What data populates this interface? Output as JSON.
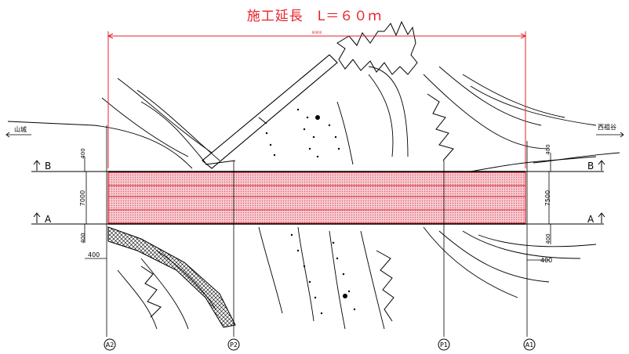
{
  "title": "施工延長　L＝６０ｍ",
  "total_dimension": "60000",
  "directions": {
    "left": "山城",
    "right": "西祖谷"
  },
  "sections": {
    "a": "A",
    "b": "B"
  },
  "widths": {
    "left": "7000",
    "right": "7500"
  },
  "offsets": {
    "left_top": "400",
    "left_bottom": "400",
    "right_top": "400",
    "right_bottom": "400",
    "left_lower": "400",
    "right_lower": "400"
  },
  "supports": [
    "A2",
    "P2",
    "P1",
    "A1"
  ],
  "colors": {
    "accent": "#e8202a",
    "deck_fill": "#f2b8c0",
    "line": "#000000"
  }
}
